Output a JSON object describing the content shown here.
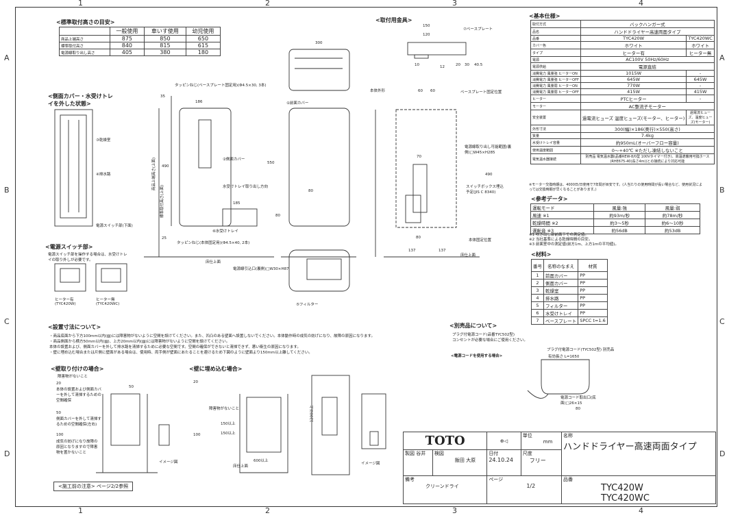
{
  "grid": {
    "columns": [
      "1",
      "2",
      "3",
      "4"
    ],
    "rows": [
      "A",
      "B",
      "C",
      "D"
    ]
  },
  "height_table": {
    "title": "<標準取付高さの目安>",
    "headers": [
      "",
      "一般使用",
      "車いす使用",
      "幼児使用"
    ],
    "rows": [
      [
        "商品上端高さ",
        "875",
        "850",
        "650"
      ],
      [
        "標準取付高さ",
        "840",
        "815",
        "615"
      ],
      [
        "電源線取り出し高さ",
        "405",
        "380",
        "180"
      ]
    ]
  },
  "side_view": {
    "title": "<側面カバー・水受けトレイを外した状態>",
    "labels": [
      "③乾燥室",
      "④排水路",
      "電源スイッチ部(下面)"
    ]
  },
  "switch": {
    "title": "<電源スイッチ部>",
    "note": "電源スイッチ部を操作する場合は、水受けトレイの取り外しが必要です。",
    "labels": [
      "ヒーター有(TYC420W)",
      "ヒーター無(TYC420WC)"
    ]
  },
  "front_view": {
    "labels": [
      "タッピンねじ(ベースプレート固定用)(Φ4.5×30, 3本)",
      "②側面カバー",
      "⑥水受けトレイ",
      "タッピンねじ(本体固定用)(Φ4.5×40, 2本)",
      "水受けトレイ取り出し方向",
      "床仕上面",
      "①前面カバー",
      "電源線引込口(裏側)□W30×H87",
      "⑤フィルター",
      "商品上端高さ(上面)",
      "標準取付高さ(上面)"
    ],
    "dims": [
      "35",
      "186",
      "490",
      "25",
      "550",
      "300",
      "80",
      "185",
      "80"
    ]
  },
  "mount": {
    "title": "<取付用金具>",
    "labels": [
      "⑦ベースプレート",
      "本体外形",
      "ベースプレート固定位置",
      "電源線取り出し可能範囲(裏側)□W45×H285",
      "スイッチボックス埋込予定(JIS C 8340)",
      "本体固定位置",
      "床仕上面"
    ],
    "dims": [
      "150",
      "120",
      "10",
      "12",
      "20",
      "30",
      "40.5",
      "60",
      "60",
      "70",
      "490",
      "80",
      "137",
      "137"
    ]
  },
  "spec_table": {
    "title": "<基本仕様>",
    "rows": [
      [
        "取付方式",
        "バックハンガー式",
        ""
      ],
      [
        "品名",
        "ハンドドライヤー高速両面タイプ",
        ""
      ],
      [
        "品番",
        "TYC420W",
        "TYC420WC"
      ],
      [
        "カバー色",
        "ホワイト",
        "ホワイト"
      ],
      [
        "タイプ",
        "ヒーター有",
        "ヒーター無"
      ],
      [
        "電源",
        "AC100V 50Hz/60Hz",
        ""
      ],
      [
        "電源供給",
        "電源直結",
        ""
      ],
      [
        "消費電力 風量強 ヒーターON",
        "1015W",
        "-"
      ],
      [
        "消費電力 風量強 ヒーターOFF",
        "645W",
        "645W"
      ],
      [
        "消費電力 風量弱 ヒーターON",
        "770W",
        "-"
      ],
      [
        "消費電力 風量弱 ヒーターOFF",
        "415W",
        "415W"
      ],
      [
        "ヒーター",
        "PTCヒーター",
        "-"
      ],
      [
        "モーター",
        "AC整流子モーター",
        ""
      ],
      [
        "安全装置",
        "過電流ヒューズ 温度ヒューズ(モーター、ヒーター)",
        "過電流ヒューズ、温度ヒューズ(モーター)"
      ],
      [
        "外形寸法",
        "300(幅)×186(奥行)×550(高さ)",
        ""
      ],
      [
        "質量",
        "7.4kg",
        ""
      ],
      [
        "水受けトレイ容量",
        "約950mL(オーバーフロー容量)",
        ""
      ],
      [
        "使用温度範囲",
        "0～+40℃ ※ただし凍結しないこと",
        ""
      ],
      [
        "電気温水器接続",
        "別売品 電気温水器(品番REW-8/0型 100Vタイマー付き)、高温遮蔽用可撓ホース(RHE675-40(長さ4m))との接続により対応可能",
        ""
      ]
    ],
    "footnote": "※モーター交換時期は、4000日/日使用で7年間が目安です。(人当たりの使用時間が長い場合など、使用状況によっては交換時期が早くなることがあります。)"
  },
  "reference": {
    "title": "<参考データ>",
    "headers": [
      "運転モード",
      "風量:強",
      "風量:弱"
    ],
    "rows": [
      [
        "風速 ※1",
        "約93m/秒",
        "約78m/秒"
      ],
      [
        "乾燥時間 ※2",
        "約3～5秒",
        "約6～10秒"
      ],
      [
        "運転音 ※3",
        "約56dB",
        "約53dB"
      ]
    ],
    "notes": [
      "※1 吹き出し部前面下での測定値。",
      "※2 当社基準による乾燥時間の目安。",
      "※3 前面室中の測定値(前方1m、上方1mの平均値)。"
    ]
  },
  "materials": {
    "title": "<材料>",
    "headers": [
      "番号",
      "名称のなまえ",
      "材質"
    ],
    "rows": [
      [
        "1",
        "前面カバー",
        "PP"
      ],
      [
        "2",
        "側面カバー",
        "PP"
      ],
      [
        "3",
        "乾燥室",
        "PP"
      ],
      [
        "4",
        "排水路",
        "PP"
      ],
      [
        "5",
        "フィルター",
        "PP"
      ],
      [
        "6",
        "水受けトレイ",
        "PP"
      ],
      [
        "7",
        "ベースプレート",
        "SPCC  t=1.6"
      ]
    ]
  },
  "installation": {
    "title": "<設置寸法について>",
    "lines": [
      "・商品底面から下方100mm以内(▨)には障害物がないように空間を設けてください。また、凹凸のある壁面へ設置しないでください。本体動作時の成気の妨げになり、故障の原因になります。",
      "・商品側面から横方50mm以内(▨)、上方20mm以内(▨)には障害物がないように空間を設けてください。",
      "  本体の設置および、側面カバーを外して排水路を清掃するために必要な空間です。空間の確保ができないと清掃できず、悪い衛生の原因になります。",
      "・壁に埋め込む場合または片側に壁面がある場合は、使用時、両手側が壁面にあたることを避けるため下図のように壁面より150mm以上離してください。"
    ]
  },
  "wall_mount": {
    "title": "<壁取り付けの場合>",
    "labels": [
      "障害物がないこと",
      "20",
      "本体の設置および側面カバーを外して清掃するための空間確保",
      "50",
      "50",
      "側面カバーを外して清掃するための空間確保(左右)",
      "100",
      "成気の妨げになり故障の原因となりますので障害物を置かないこと",
      "イメージ図"
    ]
  },
  "embed": {
    "title": "<壁に埋め込む場合>",
    "labels": [
      "20",
      "障害物がないこと",
      "150以上",
      "150以上",
      "100",
      "600以上",
      "1200以上",
      "床仕上面",
      "イメージ図"
    ]
  },
  "accessories": {
    "title": "<別売品について>",
    "lines": [
      "プラグ付電源コード(品番TYC502型)",
      "コンセントが必要な場合にご使用ください。"
    ],
    "cord_title": "<電源コードを使用する場合>",
    "cord_labels": [
      "プラグ付電源コード(TYC502型) 別売品",
      "有効長さ L=1650",
      "電源コード取出口(底面)□26×15",
      "80"
    ]
  },
  "pre_note": "<施工前の注意> ページ2/2参照",
  "title_block": {
    "brand": "TOTO",
    "unit_label": "単位",
    "unit": "mm",
    "name_label": "名称",
    "name": "ハンドドライヤー高速両面タイプ",
    "drawn_label": "製図",
    "drawn": "谷井",
    "checked_label": "検図",
    "checked": "飯田 大原",
    "date_label": "日付",
    "date": "24.10.24",
    "scale_label": "尺度",
    "scale": "フリー",
    "part_label": "品番",
    "parts": [
      "TYC420W",
      "TYC420WC"
    ],
    "remarks_label": "備考",
    "remarks": "クリーンドライ",
    "page_label": "ページ",
    "page": "1/2"
  }
}
